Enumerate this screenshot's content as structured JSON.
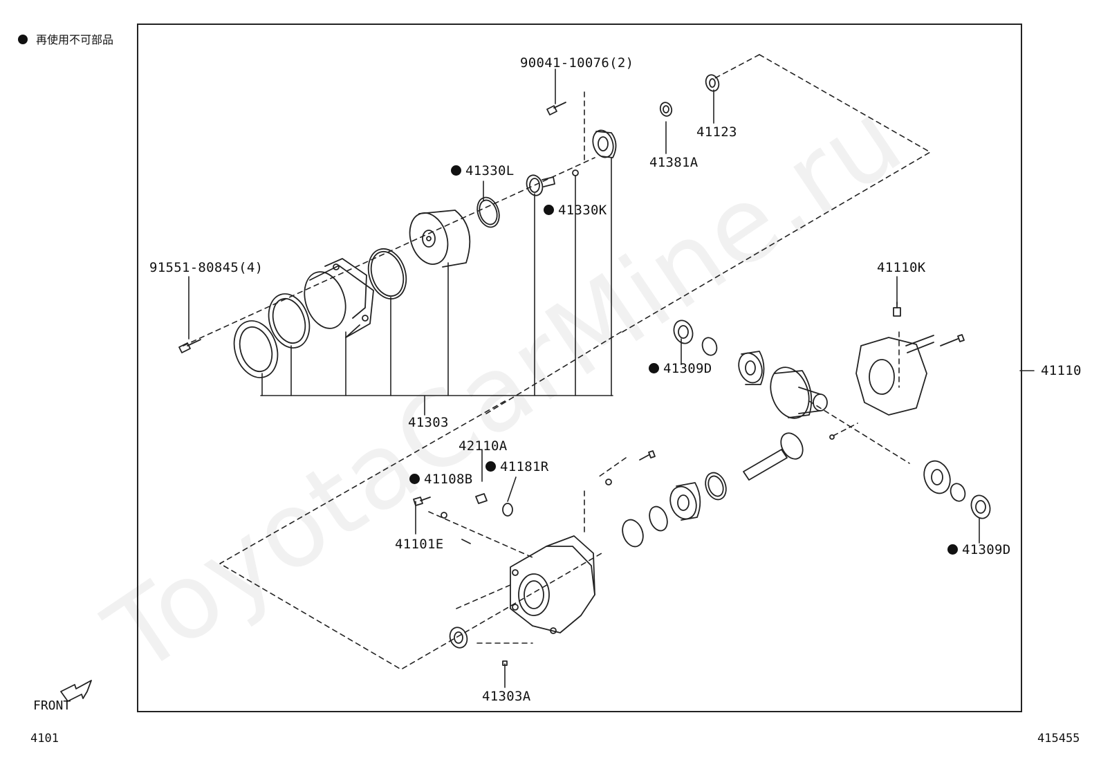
{
  "legend": {
    "text": "再使用不可部品"
  },
  "watermark": "ToyotaCarMine.ru",
  "front_label": "FRONT",
  "footer": {
    "left": "4101",
    "right": "415455"
  },
  "parts": {
    "p41303": "41303",
    "p91551": "91551-80845(4)",
    "p90041": "90041-10076(2)",
    "p41330L": "41330L",
    "p41330K": "41330K",
    "p41381A": "41381A",
    "p41123": "41123",
    "p41110K": "41110K",
    "p41110": "41110",
    "p41309D_top": "41309D",
    "p41309D_bottom": "41309D",
    "p42110A": "42110A",
    "p41181R": "41181R",
    "p41108B": "41108B",
    "p41101E": "41101E",
    "p41303A": "41303A"
  },
  "non_reusable_marker": "filled-circle-icon",
  "colors": {
    "line": "#222222",
    "background": "#ffffff",
    "watermark": "#e8e8e8"
  }
}
